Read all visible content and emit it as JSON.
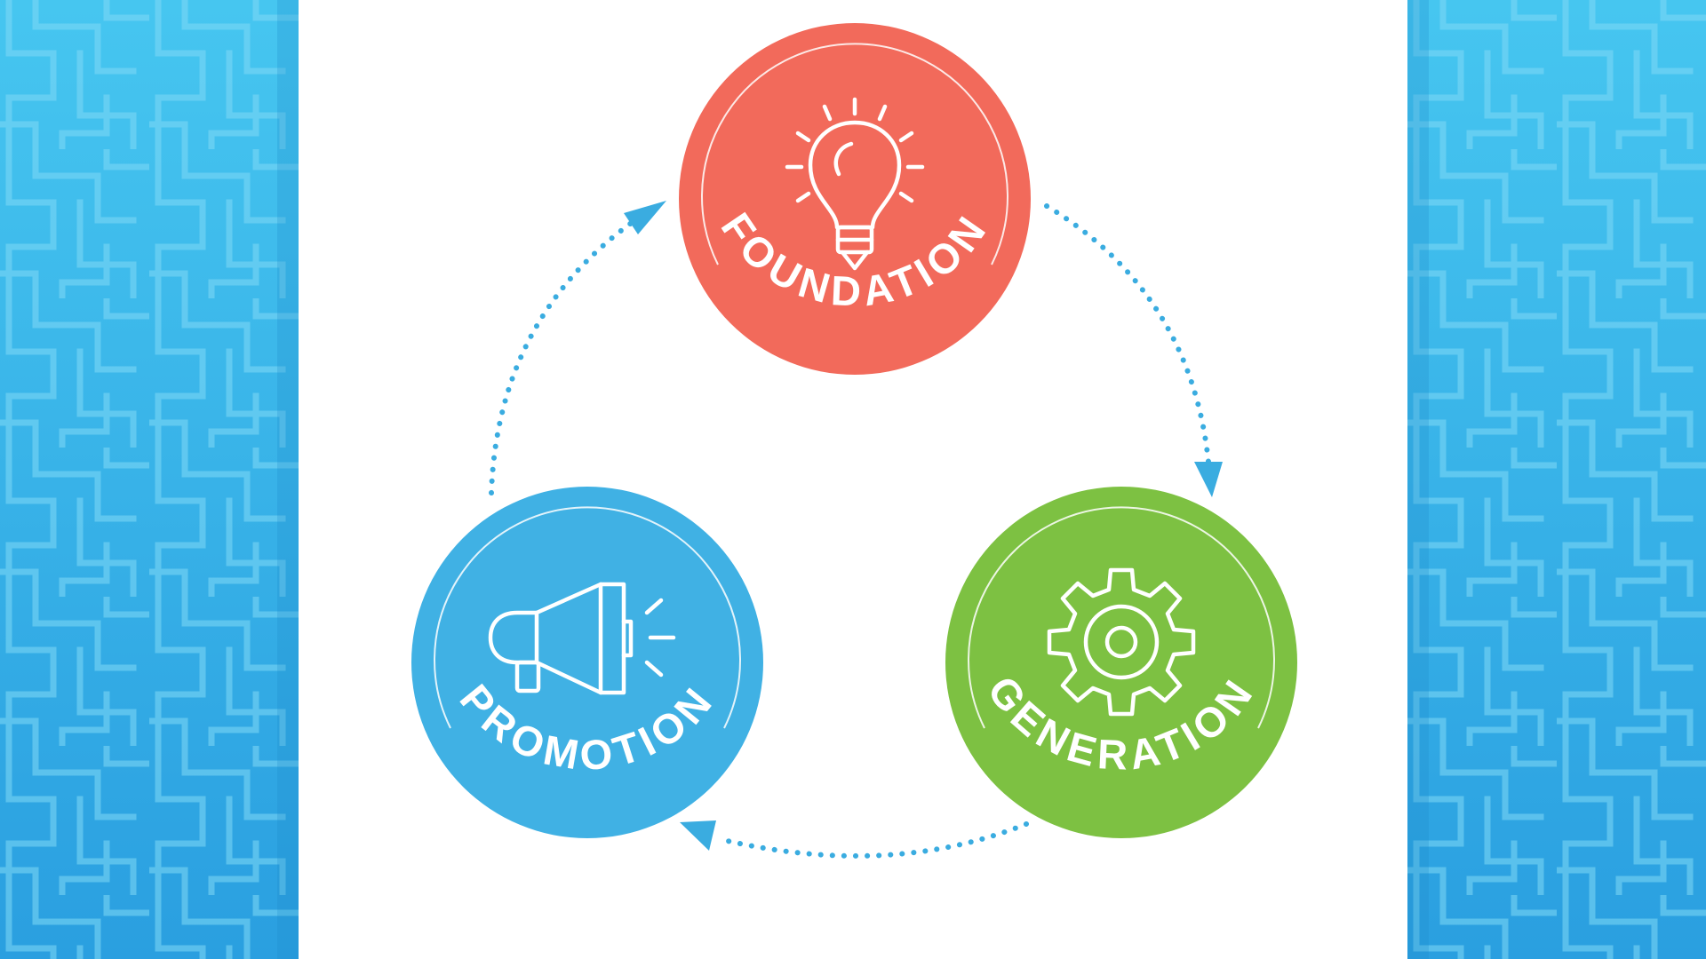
{
  "background": {
    "pattern_name": "blue-maze-pattern",
    "color_top": "#46c6f0",
    "color_bottom": "#2a9fe0",
    "line_color": "#7fd8f6"
  },
  "card_color": "#ffffff",
  "connector_color": "#3aace0",
  "nodes": [
    {
      "id": "foundation",
      "label": "FOUNDATION",
      "color": "#f26a5b",
      "icon": "lightbulb-icon"
    },
    {
      "id": "generation",
      "label": "GENERATION",
      "color": "#7dc142",
      "icon": "gear-icon"
    },
    {
      "id": "promotion",
      "label": "PROMOTION",
      "color": "#40b1e4",
      "icon": "megaphone-icon"
    }
  ]
}
